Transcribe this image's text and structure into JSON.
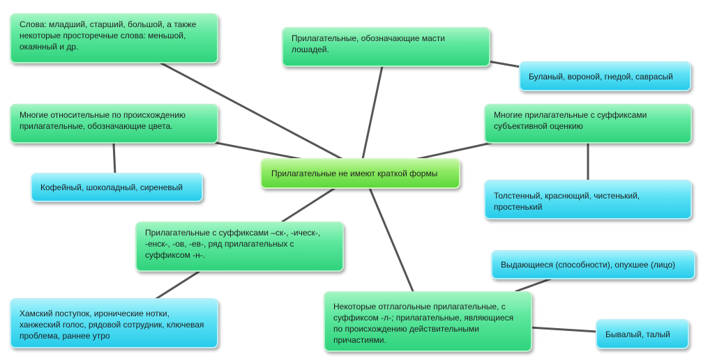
{
  "center": "Прилагательные не имеют краткой формы",
  "nodes": {
    "n1": "Слова: младший, старший, большой, а также некоторые просторечные слова: меньшой, окаянный и др.",
    "n2": "Прилагательные, обозначающие масти лошадей.",
    "n2a": "Буланый, вороной, гнедой, саврасый",
    "n3": "Многие относительные по происхождению прилагательные, обозначающие цвета.",
    "n3a": "Кофейный, шоколадный, сиреневый",
    "n4": "Многие прилагательные с суффиксами субъективной оценкию",
    "n4a": "Толстенный, краснющий, чистенький, простенький",
    "n5": "Прилагательные с суффиксами –ск-, -ическ-, -енск-, -ов, -ев-, ряд прилагательных с суффиксом -н-.",
    "n5a": "Хамский поступок, иронические нотки, ханжеский голос, рядовой сотрудник, ключевая проблема, раннее утро",
    "n6": "Некоторые отглагольные прилагательные, с суффиксом -л-; прилагательные, являющиеся по происхождению действительными причастиями.",
    "n6a": "Выдающиеся (способности), опухшее (лицо)",
    "n6b": "Бывалый, талый"
  },
  "colors": {
    "line": "#555555",
    "green": "#3cd986",
    "cyan": "#3fd6ef",
    "center": "#7fe35a"
  }
}
